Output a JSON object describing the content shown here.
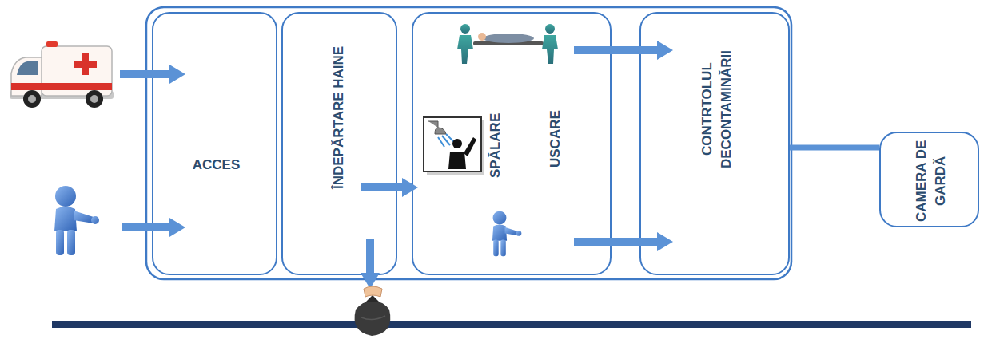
{
  "diagram": {
    "nodes": [
      {
        "text": [
          "ACCES"
        ]
      },
      {
        "text": [
          "ÎNDEPĂRTARE HAINE"
        ]
      },
      {
        "text": [
          "SPĂLARE",
          "USCARE"
        ]
      },
      {
        "text": [
          "CONTRTOLUL DECONTAMINĂRII"
        ]
      },
      {
        "text": [
          "CAMERA DE GARDĂ"
        ]
      }
    ],
    "edges": [
      {
        "from": 1,
        "to": 2,
        "arrow": "to"
      },
      {
        "from": 2,
        "to": 3,
        "arrow": "to"
      },
      {
        "from": 2,
        "to": 3,
        "arrow": "to"
      },
      {
        "from": 3,
        "to": 4,
        "arrow": "none"
      }
    ]
  }
}
